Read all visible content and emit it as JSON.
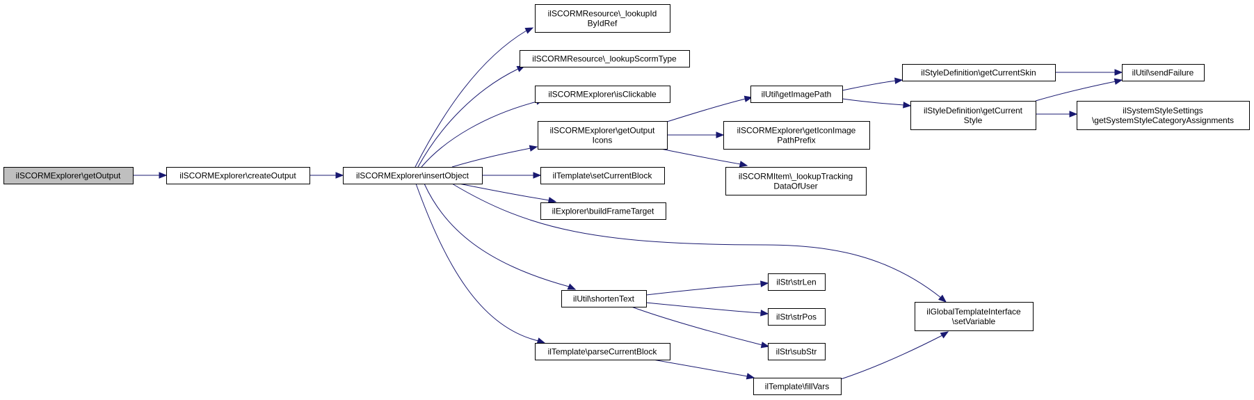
{
  "diagram": {
    "type": "call-graph",
    "colors": {
      "edge": "#191970",
      "node_fill": "#ffffff",
      "root_fill": "#bfbfbf",
      "border": "#000000"
    },
    "nodes": [
      {
        "id": "getOutput",
        "lines": [
          "ilSCORMExplorer\\getOutput"
        ],
        "root": true
      },
      {
        "id": "createOutput",
        "lines": [
          "ilSCORMExplorer\\createOutput"
        ]
      },
      {
        "id": "insertObject",
        "lines": [
          "ilSCORMExplorer\\insertObject"
        ]
      },
      {
        "id": "lookupIdByIdRef",
        "lines": [
          "ilSCORMResource\\_lookupId",
          "ByIdRef"
        ]
      },
      {
        "id": "lookupScormType",
        "lines": [
          "ilSCORMResource\\_lookupScormType"
        ]
      },
      {
        "id": "isClickable",
        "lines": [
          "ilSCORMExplorer\\isClickable"
        ]
      },
      {
        "id": "getOutputIcons",
        "lines": [
          "ilSCORMExplorer\\getOutput",
          "Icons"
        ]
      },
      {
        "id": "setCurrentBlock",
        "lines": [
          "ilTemplate\\setCurrentBlock"
        ]
      },
      {
        "id": "buildFrameTarget",
        "lines": [
          "ilExplorer\\buildFrameTarget"
        ]
      },
      {
        "id": "shortenText",
        "lines": [
          "ilUtil\\shortenText"
        ]
      },
      {
        "id": "parseCurrentBlock",
        "lines": [
          "ilTemplate\\parseCurrentBlock"
        ]
      },
      {
        "id": "getImagePath",
        "lines": [
          "ilUtil\\getImagePath"
        ]
      },
      {
        "id": "getIconImagePathPrefix",
        "lines": [
          "ilSCORMExplorer\\getIconImage",
          "PathPrefix"
        ]
      },
      {
        "id": "lookupTrackingDataOfUser",
        "lines": [
          "ilSCORMItem\\_lookupTracking",
          "DataOfUser"
        ]
      },
      {
        "id": "strLen",
        "lines": [
          "ilStr\\strLen"
        ]
      },
      {
        "id": "strPos",
        "lines": [
          "ilStr\\strPos"
        ]
      },
      {
        "id": "subStr",
        "lines": [
          "ilStr\\subStr"
        ]
      },
      {
        "id": "fillVars",
        "lines": [
          "ilTemplate\\fillVars"
        ]
      },
      {
        "id": "setVariable",
        "lines": [
          "ilGlobalTemplateInterface",
          "\\setVariable"
        ]
      },
      {
        "id": "getCurrentSkin",
        "lines": [
          "ilStyleDefinition\\getCurrentSkin"
        ]
      },
      {
        "id": "getCurrentStyle",
        "lines": [
          "ilStyleDefinition\\getCurrent",
          "Style"
        ]
      },
      {
        "id": "sendFailure",
        "lines": [
          "ilUtil\\sendFailure"
        ]
      },
      {
        "id": "getSystemStyleCategoryAssignments",
        "lines": [
          "ilSystemStyleSettings",
          "\\getSystemStyleCategoryAssignments"
        ]
      }
    ],
    "edges": [
      {
        "from": "getOutput",
        "to": "createOutput"
      },
      {
        "from": "createOutput",
        "to": "insertObject"
      },
      {
        "from": "insertObject",
        "to": "lookupIdByIdRef"
      },
      {
        "from": "insertObject",
        "to": "lookupScormType"
      },
      {
        "from": "insertObject",
        "to": "isClickable"
      },
      {
        "from": "insertObject",
        "to": "getOutputIcons"
      },
      {
        "from": "insertObject",
        "to": "setCurrentBlock"
      },
      {
        "from": "insertObject",
        "to": "buildFrameTarget"
      },
      {
        "from": "insertObject",
        "to": "setVariable"
      },
      {
        "from": "insertObject",
        "to": "shortenText"
      },
      {
        "from": "insertObject",
        "to": "parseCurrentBlock"
      },
      {
        "from": "getOutputIcons",
        "to": "getImagePath"
      },
      {
        "from": "getOutputIcons",
        "to": "getIconImagePathPrefix"
      },
      {
        "from": "getOutputIcons",
        "to": "lookupTrackingDataOfUser"
      },
      {
        "from": "getImagePath",
        "to": "getCurrentSkin"
      },
      {
        "from": "getImagePath",
        "to": "getCurrentStyle"
      },
      {
        "from": "getCurrentSkin",
        "to": "sendFailure"
      },
      {
        "from": "getCurrentStyle",
        "to": "sendFailure"
      },
      {
        "from": "getCurrentStyle",
        "to": "getSystemStyleCategoryAssignments"
      },
      {
        "from": "shortenText",
        "to": "strLen"
      },
      {
        "from": "shortenText",
        "to": "strPos"
      },
      {
        "from": "shortenText",
        "to": "subStr"
      },
      {
        "from": "parseCurrentBlock",
        "to": "fillVars"
      },
      {
        "from": "fillVars",
        "to": "setVariable"
      }
    ]
  }
}
